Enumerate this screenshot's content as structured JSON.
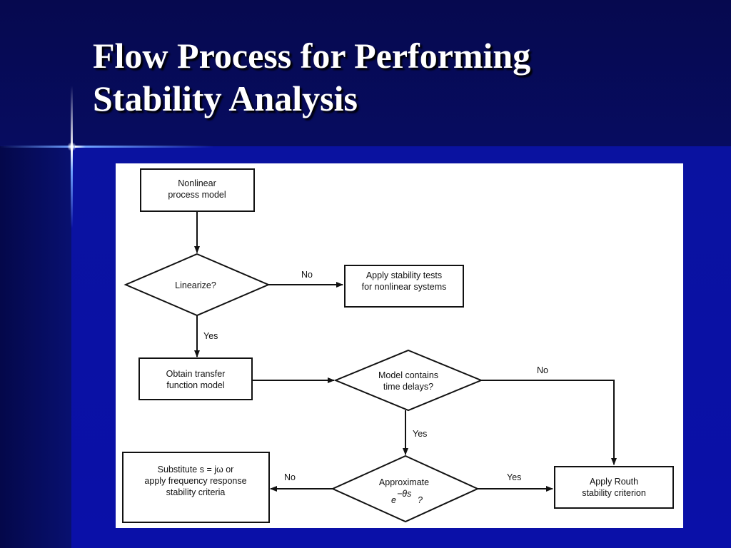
{
  "slide": {
    "title_line1": "Flow Process for Performing",
    "title_line2": "Stability Analysis"
  },
  "flowchart": {
    "nodes": {
      "nonlinear_model": [
        "Nonlinear",
        "process model"
      ],
      "linearize": [
        "Linearize?"
      ],
      "nonlinear_tests": [
        "Apply stability tests",
        "for nonlinear systems"
      ],
      "transfer_function": [
        "Obtain transfer",
        "function model"
      ],
      "time_delays": [
        "Model contains",
        "time delays?"
      ],
      "substitute": [
        "Substitute s = jω or",
        "apply frequency response",
        "stability criteria"
      ],
      "approximate": [
        "Approximate",
        "e",
        "−θs",
        "?"
      ],
      "routh": [
        "Apply Routh",
        "stability criterion"
      ]
    },
    "edge_labels": {
      "linearize_no": "No",
      "linearize_yes": "Yes",
      "delays_no": "No",
      "delays_yes": "Yes",
      "approx_no": "No",
      "approx_yes": "Yes"
    }
  },
  "colors": {
    "background": "#0a0f8c",
    "title": "#ffffff",
    "diagram_bg": "#ffffff",
    "diagram_ink": "#111111"
  }
}
